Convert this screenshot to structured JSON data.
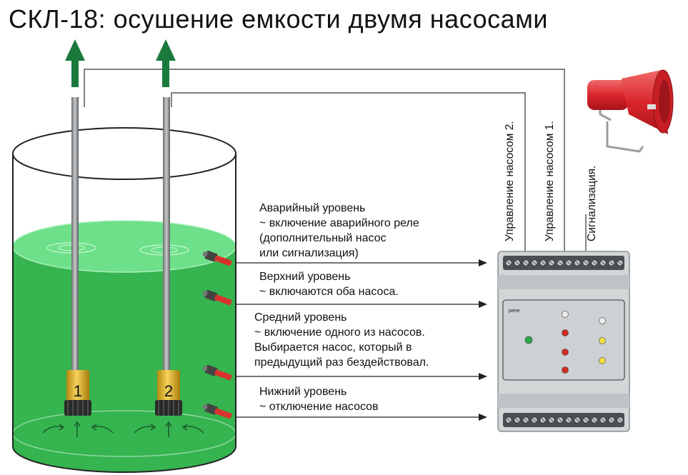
{
  "title": "СКЛ-18: осушение емкости двумя насосами",
  "levels": {
    "emergency": [
      "Аварийный уровень",
      "~ включение аварийного реле",
      "(дополнительный насос",
      "или сигнализация)"
    ],
    "upper": [
      "Верхний уровень",
      "~ включаются оба насоса."
    ],
    "middle": [
      "Средний уровень",
      "~ включение одного из насосов.",
      "Выбирается насос, который в",
      "предыдущий раз бездействовал."
    ],
    "lower": [
      "Нижний уровень",
      "~ отключение насосов"
    ]
  },
  "outputs": {
    "pump2": "Управление насосом 2.",
    "pump1": "Управление насосом 1.",
    "alarm": "Сигнализация."
  },
  "pumps": {
    "pump1_number": "1",
    "pump2_number": "2"
  },
  "device": {
    "brand": "реле"
  },
  "colors": {
    "water": "#35b44f",
    "water_surface": "#6ee08a",
    "arrow": "#1a7a3c",
    "probe_tip": "#d8332b",
    "led_green": "#2aa84a",
    "led_red": "#d42a20",
    "led_yellow": "#f2e03a",
    "siren": "#d9262b"
  },
  "icons": [
    "siren-icon",
    "pump-icon",
    "level-probe-icon",
    "relay-device-icon",
    "flow-arrow-icon"
  ]
}
